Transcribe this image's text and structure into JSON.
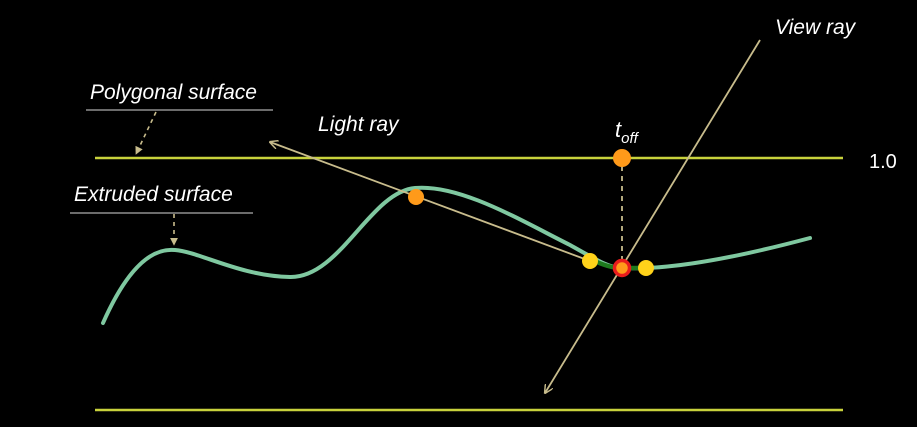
{
  "labels": {
    "polygonal_surface": "Polygonal surface",
    "extruded_surface": "Extruded surface",
    "light_ray": "Light ray",
    "view_ray": "View ray",
    "toff_main": "t",
    "toff_sub": "off",
    "value_top": "1.0"
  },
  "colors": {
    "background": "#000000",
    "surface_line": "#c8d23c",
    "curve": "#7fc8a0",
    "curve_highlight": "#1e7a1e",
    "ray": "#c8bc8c",
    "point_orange": "#ff9a1a",
    "point_yellow": "#ffd21a",
    "point_red": "#e81c1c",
    "text": "#ffffff"
  },
  "icons": {
    "arrow": "arrowhead-icon"
  }
}
